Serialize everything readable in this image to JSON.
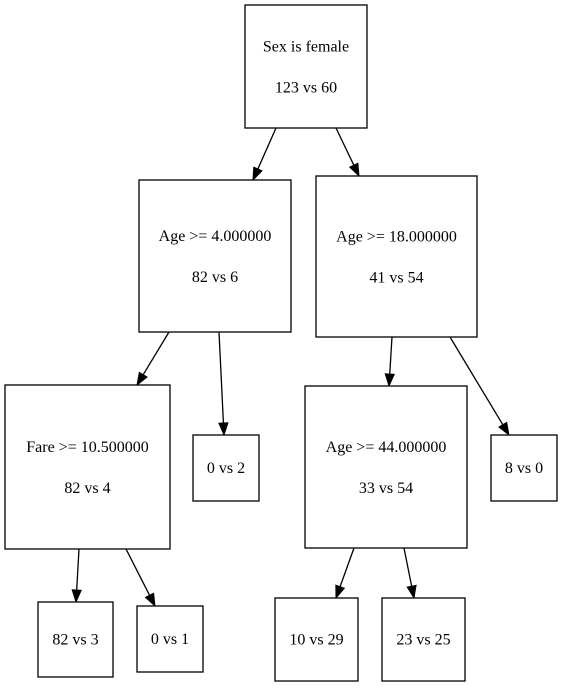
{
  "tree": {
    "nodes": [
      {
        "id": "root",
        "condition": "Sex is female",
        "counts": "123 vs 60"
      },
      {
        "id": "left",
        "condition": "Age >= 4.000000",
        "counts": "82 vs 6"
      },
      {
        "id": "right",
        "condition": "Age >= 18.000000",
        "counts": "41 vs 54"
      },
      {
        "id": "left-left",
        "condition": "Fare >= 10.500000",
        "counts": "82 vs 4"
      },
      {
        "id": "left-right",
        "condition": "",
        "counts": "0 vs 2"
      },
      {
        "id": "right-left",
        "condition": "Age >= 44.000000",
        "counts": "33 vs 54"
      },
      {
        "id": "right-right",
        "condition": "",
        "counts": "8 vs 0"
      },
      {
        "id": "ll-left",
        "condition": "",
        "counts": "82 vs 3"
      },
      {
        "id": "ll-right",
        "condition": "",
        "counts": "0 vs 1"
      },
      {
        "id": "rl-left",
        "condition": "",
        "counts": "10 vs 29"
      },
      {
        "id": "rl-right",
        "condition": "",
        "counts": "23 vs 25"
      }
    ],
    "edges": [
      {
        "from": "root",
        "to": "left"
      },
      {
        "from": "root",
        "to": "right"
      },
      {
        "from": "left",
        "to": "left-left"
      },
      {
        "from": "left",
        "to": "left-right"
      },
      {
        "from": "right",
        "to": "right-left"
      },
      {
        "from": "right",
        "to": "right-right"
      },
      {
        "from": "left-left",
        "to": "ll-left"
      },
      {
        "from": "left-left",
        "to": "ll-right"
      },
      {
        "from": "right-left",
        "to": "rl-left"
      },
      {
        "from": "right-left",
        "to": "rl-right"
      }
    ]
  }
}
